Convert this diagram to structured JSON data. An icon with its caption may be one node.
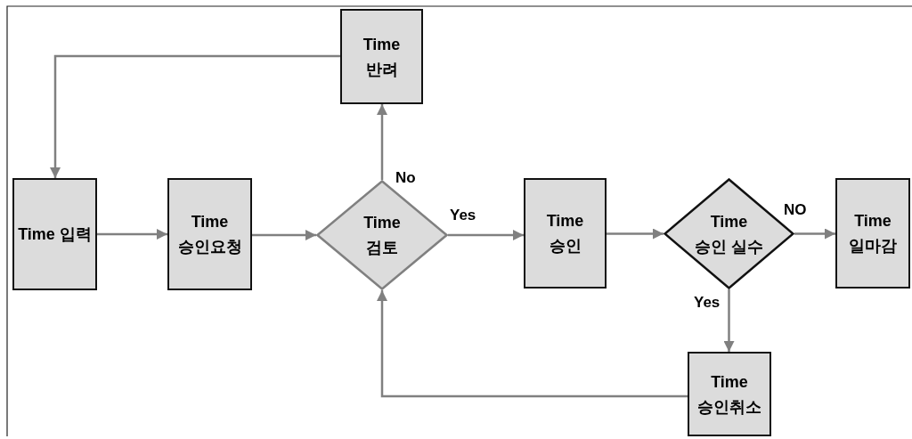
{
  "diagram": {
    "nodes": [
      {
        "text": [
          "Time",
          "반려"
        ]
      },
      {
        "text": [
          "Time 입력"
        ]
      },
      {
        "text": [
          "Time",
          "승인요청"
        ]
      },
      {
        "text": [
          "Time",
          "검토"
        ]
      },
      {
        "text": [
          "Time",
          "승인"
        ]
      },
      {
        "text": [
          "Time",
          "승인 실수"
        ]
      },
      {
        "text": [
          "Time",
          "일마감"
        ]
      },
      {
        "text": [
          "Time",
          "승인취소"
        ]
      }
    ],
    "edges": [
      {
        "from": 0,
        "to": 1,
        "arrow": "to"
      },
      {
        "from": 1,
        "to": 2,
        "arrow": "to"
      },
      {
        "from": 2,
        "to": 3,
        "arrow": "to"
      },
      {
        "from": 3,
        "to": 0,
        "arrow": "to",
        "label": "No"
      },
      {
        "from": 3,
        "to": 4,
        "arrow": "to",
        "label": "Yes"
      },
      {
        "from": 4,
        "to": 5,
        "arrow": "to"
      },
      {
        "from": 5,
        "to": 6,
        "arrow": "to",
        "label": "NO"
      },
      {
        "from": 5,
        "to": 7,
        "arrow": "to",
        "label": "Yes"
      },
      {
        "from": 7,
        "to": 3,
        "arrow": "to"
      }
    ]
  }
}
